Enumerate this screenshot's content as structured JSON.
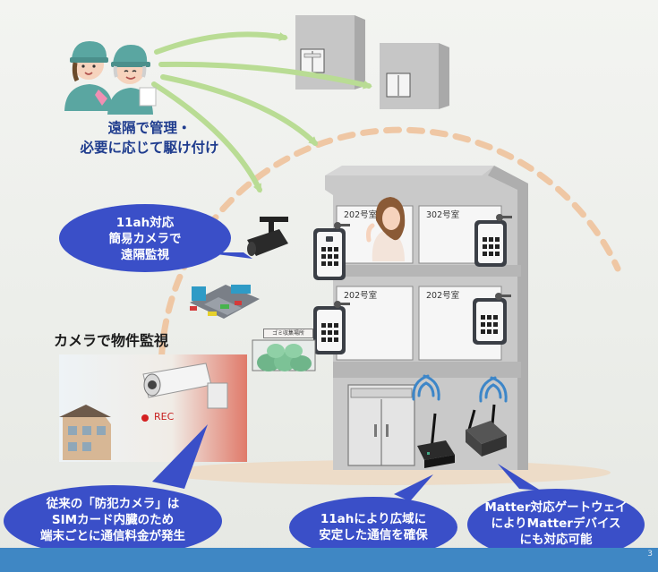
{
  "remote_label": {
    "line1": "遠隔で管理・",
    "line2": "必要に応じて駆け付け"
  },
  "camera_bubble": {
    "line1": "11ah対応",
    "line2": "簡易カメラで",
    "line3": "遠隔監視"
  },
  "property_camera_title": "カメラで物件監視",
  "rec_label": "REC",
  "rooms": {
    "upper_left": "202号室",
    "upper_right": "302号室",
    "lower_left": "202号室",
    "lower_right": "202号室"
  },
  "trash_sign": "ゴミ収集場所",
  "bubble_sim": {
    "line1": "従来の「防犯カメラ」は",
    "line2": "SIMカード内臓のため",
    "line3": "端末ごとに通信料金が発生"
  },
  "bubble_11ah": {
    "line1": "11ahにより広域に",
    "line2": "安定した通信を確保"
  },
  "bubble_matter": {
    "line1": "Matter対応ゲートウェイ",
    "line2": "によりMatterデバイス",
    "line3": "にも対応可能"
  },
  "page_number": "3",
  "colors": {
    "bubble": "#3a4fc8",
    "building": "#c9c9c9",
    "arrow": "#b9dc94",
    "range_circle": "#efc7a4",
    "label_blue": "#1f3c8e"
  }
}
